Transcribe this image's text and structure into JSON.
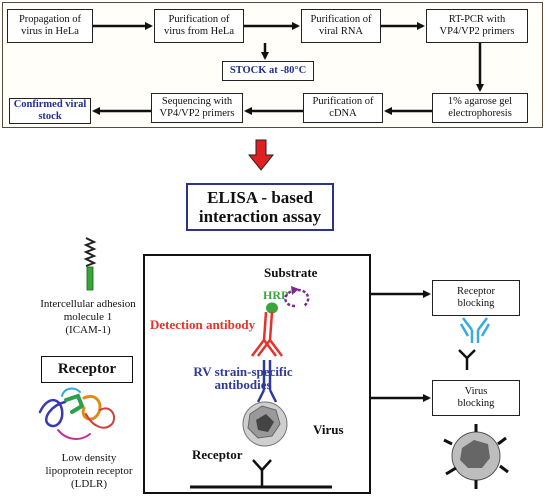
{
  "flow": {
    "step1": "Propagation of virus in HeLa",
    "step2": "Purification of virus from HeLa",
    "step3": "Purification of viral RNA",
    "step4": "RT-PCR with VP4/VP2 primers",
    "stock": "STOCK at -80°C",
    "step5": "1% agarose gel electrophoresis",
    "step6": "Purification of cDNA",
    "step7": "Sequencing with VP4/VP2 primers",
    "step8": "Confirmed viral stock"
  },
  "elisa": {
    "line1": "ELISA - based",
    "line2": "interaction assay"
  },
  "left": {
    "icam_line1": "Intercellular adhesion",
    "icam_line2": "molecule 1",
    "icam_line3": "(ICAM-1)",
    "receptor": "Receptor",
    "ldlr_line1": "Low density",
    "ldlr_line2": "lipoprotein receptor",
    "ldlr_line3": "(LDLR)"
  },
  "assay": {
    "substrate": "Substrate",
    "hrp": "HRP",
    "detection": "Detection  antibody",
    "rv_line1": "RV strain-specific",
    "rv_line2": "antibodies",
    "virus": "Virus",
    "receptor": "Receptor"
  },
  "right": {
    "receptor_blocking_line1": "Receptor",
    "receptor_blocking_line2": "blocking",
    "virus_blocking_line1": "Virus",
    "virus_blocking_line2": "blocking"
  },
  "colors": {
    "detection": "#e8312a",
    "rv": "#2e3a9a",
    "hrp": "#3aa63a",
    "substrate": "#7a2a8a",
    "arrow_red": "#e02020",
    "blocking_antibody": "#3aa9e0"
  }
}
